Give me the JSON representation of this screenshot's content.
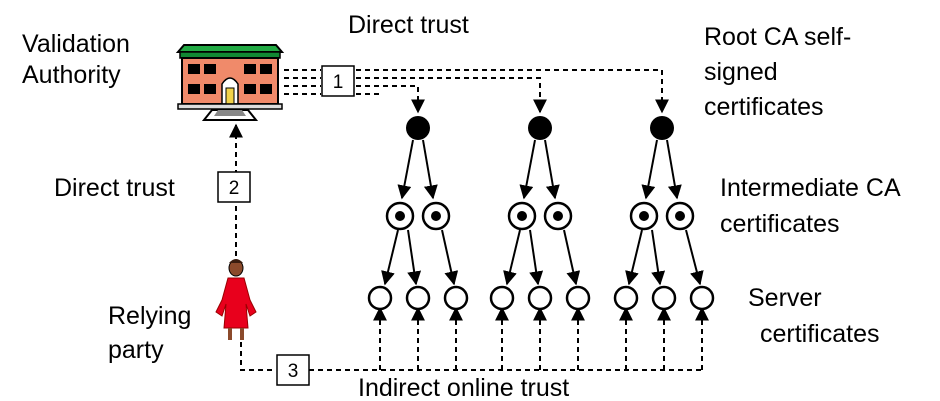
{
  "labels": {
    "validation_authority": [
      "Validation",
      "Authority"
    ],
    "direct_trust_top": "Direct trust",
    "direct_trust_left": "Direct trust",
    "root_ca": [
      "Root CA self-",
      "signed",
      "certificates"
    ],
    "intermediate_ca": [
      "Intermediate CA",
      "certificates"
    ],
    "server": [
      "Server",
      "certificates"
    ],
    "relying_party": [
      "Relying",
      "party"
    ],
    "indirect_online_trust": "Indirect online trust"
  },
  "steps": [
    "1",
    "2",
    "3"
  ],
  "icons": {
    "validation_authority": "building-icon",
    "relying_party": "person-icon",
    "root_certificate": "filled-circle",
    "intermediate_certificate": "dotted-circle",
    "server_certificate": "hollow-circle"
  },
  "colors": {
    "building_roof": "#22aa44",
    "building_wall": "#f08a6a",
    "person_dress": "#e8001c",
    "person_skin": "#8b4a2b"
  }
}
